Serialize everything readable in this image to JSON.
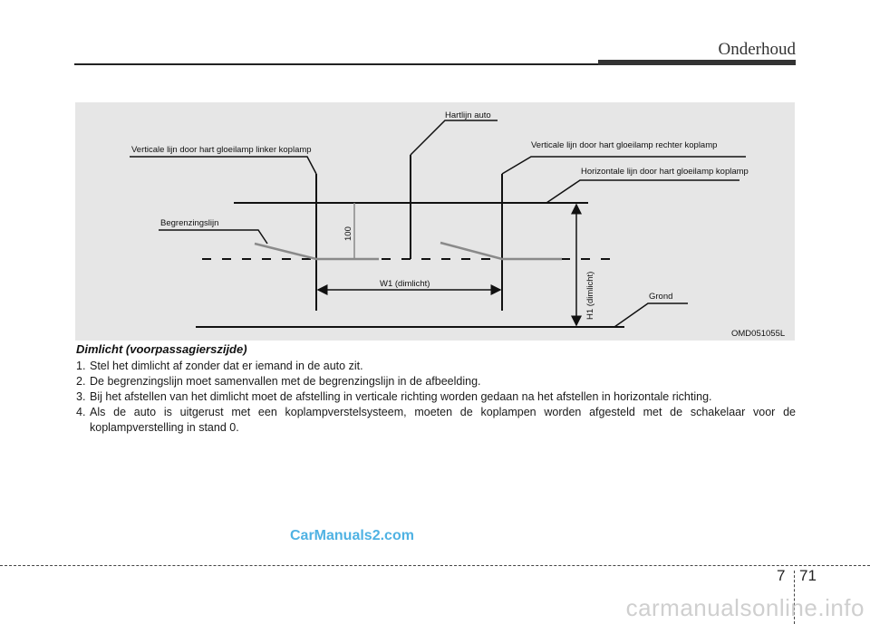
{
  "header": {
    "section_title": "Onderhoud"
  },
  "figure": {
    "code": "OMD051055L",
    "labels": {
      "center_line": "Hartlijn auto",
      "vertical_left": "Verticale lijn door hart gloeilamp linker koplamp",
      "vertical_right": "Verticale lijn door hart gloeilamp rechter koplamp",
      "horizontal": "Horizontale lijn door hart gloeilamp koplamp",
      "cutoff": "Begrenzingslijn",
      "dim_100": "100",
      "w1": "W1 (dimlicht)",
      "h1": "H1 (dimlicht)",
      "ground": "Grond"
    }
  },
  "caption": "Dimlicht (voorpassagierszijde)",
  "steps": [
    {
      "num": "1.",
      "text": "Stel het dimlicht af zonder dat er iemand in de auto zit."
    },
    {
      "num": "2.",
      "text": "De begrenzingslijn moet samenvallen met de begrenzingslijn in de afbeelding."
    },
    {
      "num": "3.",
      "text": "Bij het afstellen van het dimlicht moet de afstelling in verticale richting worden gedaan na het afstellen in horizontale richting."
    },
    {
      "num": "4.",
      "text": "Als de auto is uitgerust met een koplampverstelsysteem, moeten de koplampen worden afgesteld met de schakelaar voor de koplampverstelling in stand 0."
    }
  ],
  "watermark": "CarManuals2.com",
  "footer": {
    "chapter": "7",
    "page": "71"
  },
  "bottom_watermark": "carmanualsonline.info"
}
